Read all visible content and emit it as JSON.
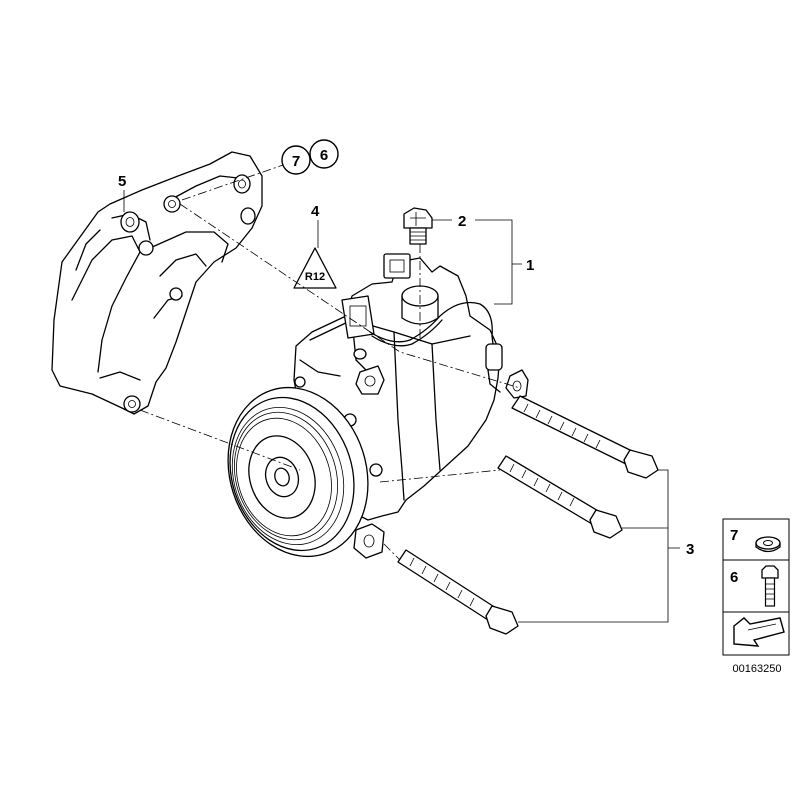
{
  "callouts": {
    "c1": "1",
    "c2": "2",
    "c3": "3",
    "c4": "4",
    "c5": "5",
    "c6": "6",
    "c7": "7"
  },
  "legend": {
    "item7": "7",
    "item6": "6"
  },
  "warning_symbol_text": "R12",
  "image_code": "00163250"
}
